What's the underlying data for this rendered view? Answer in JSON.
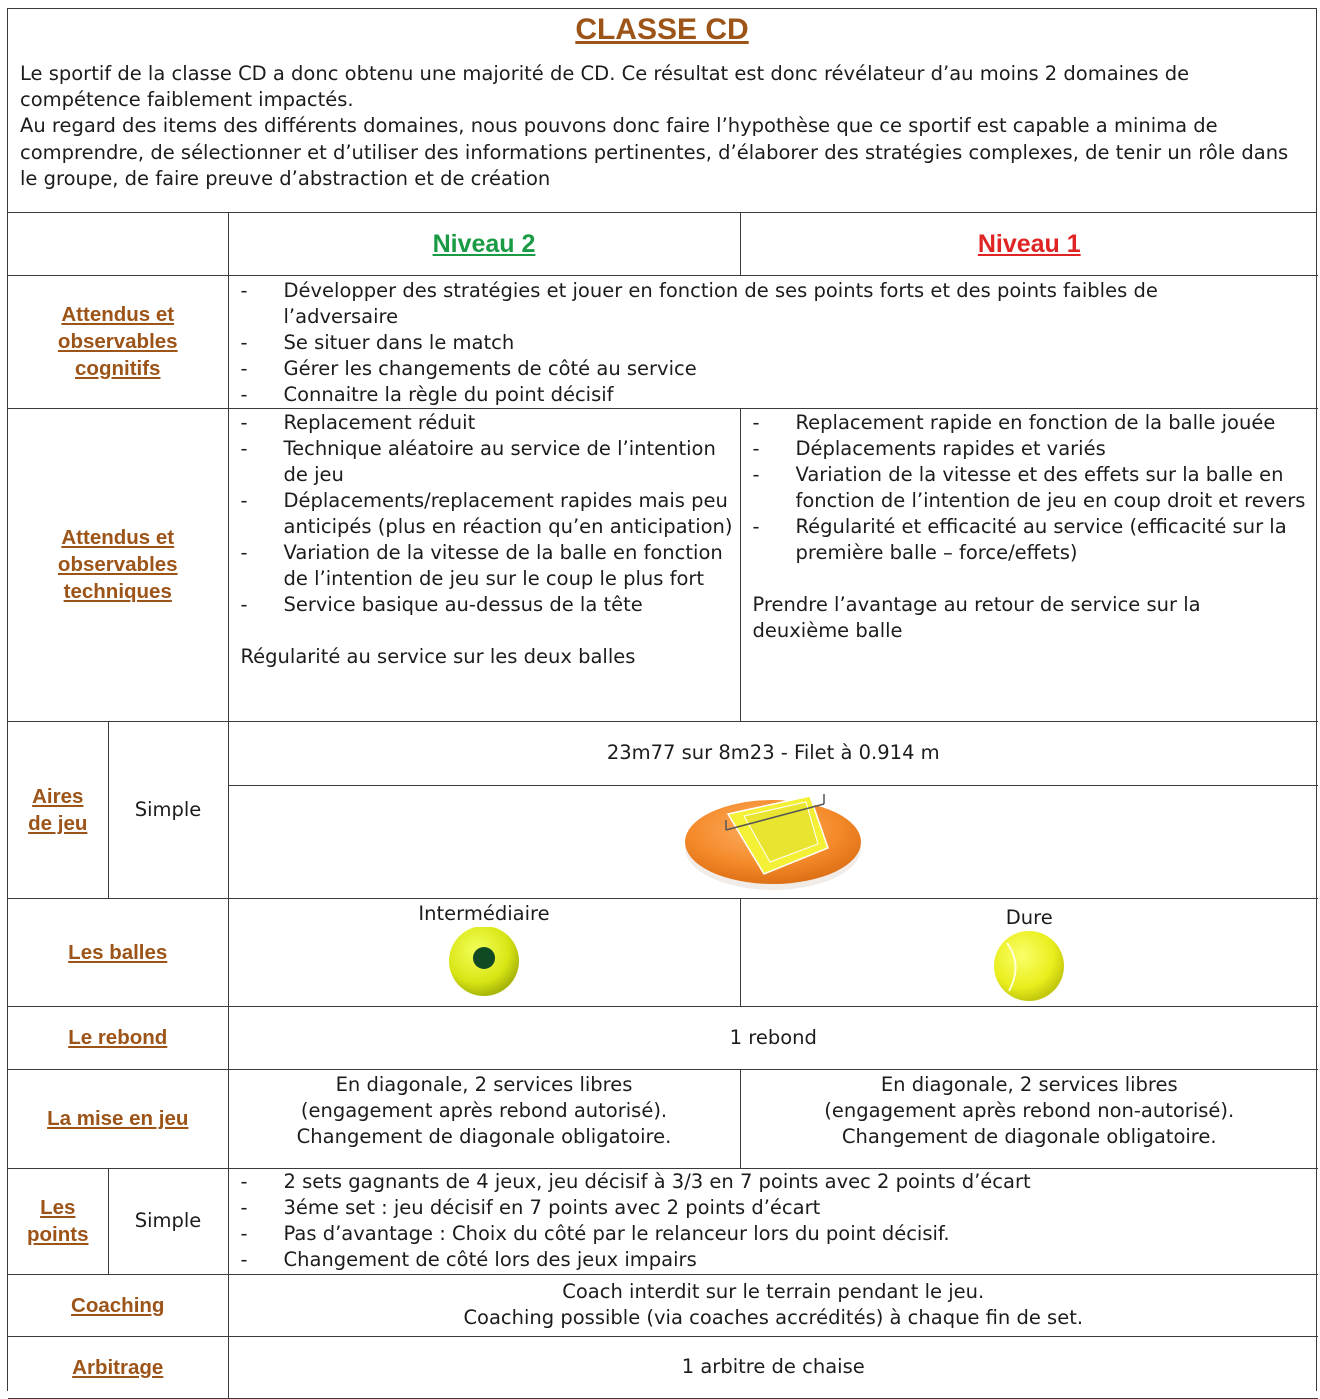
{
  "title": "CLASSE CD",
  "intro": [
    "Le sportif de la classe CD a donc obtenu une majorité de CD. Ce résultat est donc révélateur d’au moins 2 domaines de compétence faiblement impactés.",
    "Au regard des items des différents domaines, nous pouvons donc faire l’hypothèse que ce sportif est capable a minima de comprendre, de sélectionner et d’utiliser des informations pertinentes, d’élaborer des stratégies complexes, de tenir un rôle dans le groupe, de faire preuve d’abstraction et de création"
  ],
  "levels": {
    "niveau2": "Niveau 2",
    "niveau1": "Niveau 1"
  },
  "colors": {
    "label": "#9c5418",
    "niveau2": "#1a9a44",
    "niveau1": "#e02424"
  },
  "cognitifs": {
    "label": "Attendus et observables cognitifs",
    "items": [
      "Développer des stratégies et jouer en fonction de ses points forts et des points faibles de l’adversaire",
      "Se situer dans le match",
      "Gérer les changements de côté au service",
      "Connaitre la règle du point décisif"
    ]
  },
  "techniques": {
    "label": "Attendus et observables techniques",
    "niveau2_items": [
      "Replacement réduit",
      "Technique aléatoire au service de l’intention de jeu",
      "Déplacements/replacement rapides mais peu anticipés (plus en réaction qu’en anticipation)",
      "Variation de la vitesse de la balle en fonction de l’intention de jeu sur le coup le plus fort",
      "Service basique au-dessus de la tête"
    ],
    "niveau2_note": "Régularité au service sur les deux balles",
    "niveau1_items": [
      "Replacement rapide en fonction de la balle jouée",
      "Déplacements rapides et variés",
      "Variation de la vitesse et des effets sur la balle en fonction de l’intention de jeu en coup droit et revers",
      "Régularité et efficacité au service (efficacité sur la première balle – force/effets)"
    ],
    "niveau1_note": "Prendre l’avantage au retour de service sur la deuxième balle"
  },
  "aires": {
    "label": "Aires de jeu",
    "sub": "Simple",
    "dimensions": "23m77 sur 8m23 - Filet à 0.914 m",
    "image_icon": "tennis-court-icon"
  },
  "balles": {
    "label": "Les balles",
    "niveau2": "Intermédiaire",
    "niveau1": "Dure",
    "niveau2_icon": "green-dot-ball-icon",
    "niveau1_icon": "yellow-ball-icon"
  },
  "rebond": {
    "label": "Le rebond",
    "value": "1 rebond"
  },
  "mise": {
    "label": "La mise en jeu",
    "niveau2": [
      "En diagonale, 2 services libres",
      "(engagement après rebond autorisé).",
      "Changement de diagonale obligatoire."
    ],
    "niveau1": [
      "En diagonale, 2 services libres",
      "(engagement après rebond non-autorisé).",
      "Changement de diagonale obligatoire."
    ]
  },
  "points": {
    "label": "Les points",
    "sub": "Simple",
    "items": [
      "2 sets gagnants de 4 jeux, jeu décisif à 3/3 en 7 points avec 2 points d’écart",
      "3éme set : jeu décisif en 7 points avec 2 points d’écart",
      "Pas d’avantage : Choix du côté par le relanceur lors du point décisif.",
      "Changement de côté lors des jeux impairs"
    ]
  },
  "coaching": {
    "label": "Coaching",
    "lines": [
      "Coach interdit sur le terrain pendant le jeu.",
      "Coaching possible (via coaches accrédités)  à chaque fin de set."
    ]
  },
  "arbitrage": {
    "label": "Arbitrage",
    "value": "1 arbitre de chaise"
  }
}
